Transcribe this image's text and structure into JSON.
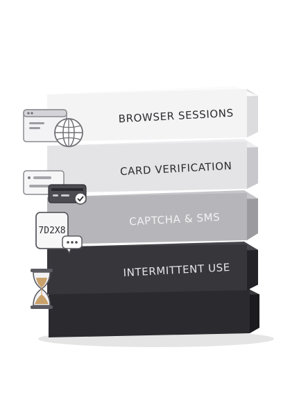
{
  "layers": [
    {
      "label": "BROWSER SESSIONS",
      "icon": "browser-globe-icon",
      "face": "#f4f4f5",
      "side": "#dcdcdf",
      "top": "#fbfbfc",
      "text": "#2b2b2f"
    },
    {
      "label": "CARD VERIFICATION",
      "icon": "credit-card-check-icon",
      "face": "#e4e4e7",
      "side": "#c8c8cc",
      "top": "#ededf0",
      "text": "#2b2b2f"
    },
    {
      "label": "CAPTCHA & SMS",
      "icon": "captcha-chat-icon",
      "face": "#b6b6ba",
      "side": "#9a9a9f",
      "top": "#c6c6ca",
      "text": "#f2f2f4"
    },
    {
      "label": "INTERMITTENT USE",
      "icon": "hourglass-icon",
      "face": "#36363b",
      "side": "#232327",
      "top": "#45454b",
      "text": "#e6e6ea"
    },
    {
      "label": "",
      "icon": "",
      "face": "#2a2a2f",
      "side": "#1b1b1f",
      "top": "#38383d",
      "text": "#e6e6ea"
    }
  ],
  "captcha_code": "7D2X8"
}
